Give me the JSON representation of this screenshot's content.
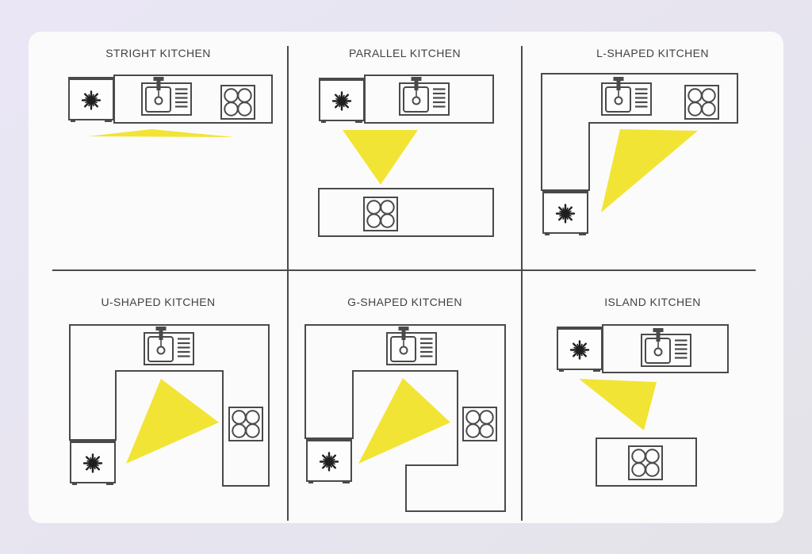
{
  "panels": [
    {
      "id": "straight",
      "title": "STRIGHT KITCHEN"
    },
    {
      "id": "parallel",
      "title": "PARALLEL KITCHEN"
    },
    {
      "id": "l_shaped",
      "title": "L-SHAPED KITCHEN"
    },
    {
      "id": "u_shaped",
      "title": "U-SHAPED KITCHEN"
    },
    {
      "id": "g_shaped",
      "title": "G-SHAPED KITCHEN"
    },
    {
      "id": "island",
      "title": "ISLAND KITCHEN"
    }
  ],
  "diagram_elements": {
    "fridge_icon": "snowflake-icon",
    "sink_parts": [
      "basin",
      "faucet",
      "drain",
      "drainboard-lines"
    ],
    "hob_burners": 4,
    "work_triangle_shape": "triangle"
  },
  "colors": {
    "page_bg_start": "#eae6f6",
    "page_bg_end": "#e4e3e9",
    "card_bg": "#fcfbfb",
    "line": "#4a4a4a",
    "work_triangle_yellow": "#f2e434",
    "title_text": "#424242"
  }
}
